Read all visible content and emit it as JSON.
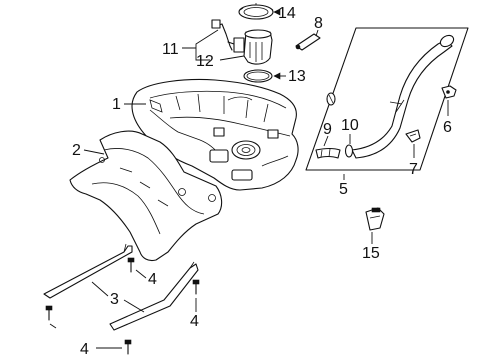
{
  "callouts": [
    {
      "id": "c1",
      "label": "1"
    },
    {
      "id": "c2",
      "label": "2"
    },
    {
      "id": "c3",
      "label": "3"
    },
    {
      "id": "c4a",
      "label": "4"
    },
    {
      "id": "c4b",
      "label": "4"
    },
    {
      "id": "c4c",
      "label": "4"
    },
    {
      "id": "c5",
      "label": "5"
    },
    {
      "id": "c6",
      "label": "6"
    },
    {
      "id": "c7",
      "label": "7"
    },
    {
      "id": "c8",
      "label": "8"
    },
    {
      "id": "c9",
      "label": "9"
    },
    {
      "id": "c10",
      "label": "10"
    },
    {
      "id": "c11",
      "label": "11"
    },
    {
      "id": "c12",
      "label": "12"
    },
    {
      "id": "c13",
      "label": "13"
    },
    {
      "id": "c14",
      "label": "14"
    },
    {
      "id": "c15",
      "label": "15"
    }
  ]
}
